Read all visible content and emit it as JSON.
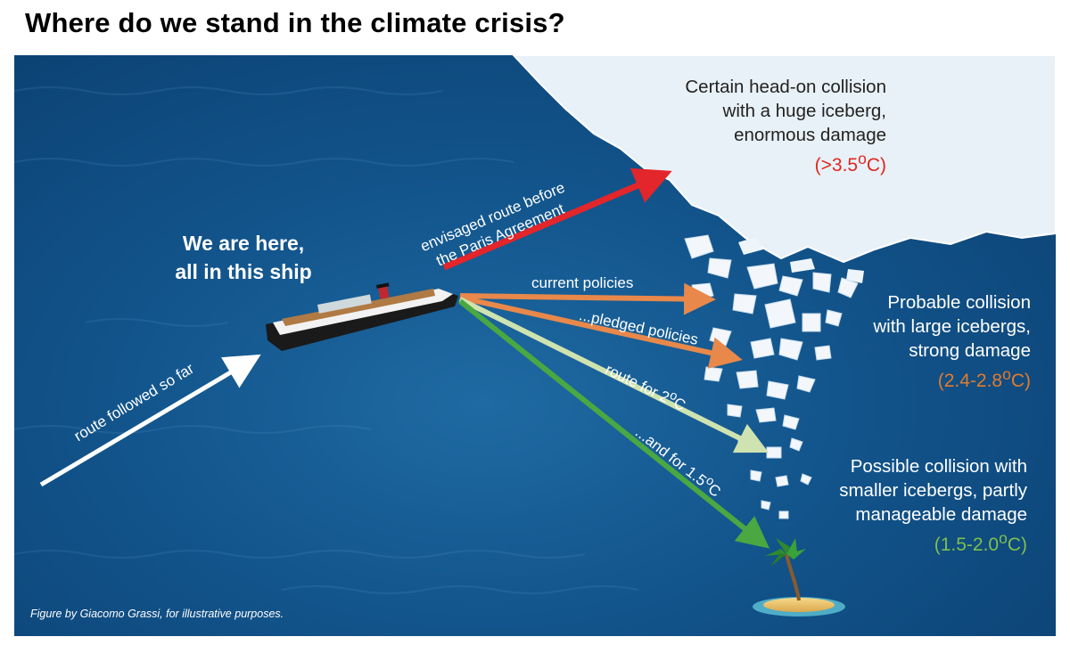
{
  "title": "Where do we stand in the climate crisis?",
  "ship_label": {
    "line1": "We are here,",
    "line2": "all in this ship"
  },
  "routes": {
    "so_far": "route followed so far",
    "pre_paris_line1": "envisaged route before",
    "pre_paris_line2": "the Paris Agreement",
    "current": "current policies",
    "pledged": "...pledged policies",
    "two_c": "route for 2",
    "one_five_c": "...and for 1.5",
    "degree_sup": "o",
    "unit_c": "C"
  },
  "outcomes": {
    "huge": {
      "lines": [
        "Certain head-on collision",
        "with a huge iceberg,",
        "enormous damage"
      ],
      "temp": "(>3.5",
      "temp_end": "C)"
    },
    "large": {
      "lines": [
        "Probable collision",
        "with large icebergs,",
        "strong damage"
      ],
      "temp": "(2.4-2.8",
      "temp_end": "C)"
    },
    "small": {
      "lines": [
        "Possible collision with",
        "smaller icebergs, partly",
        "manageable damage"
      ],
      "temp": "(1.5-2.0",
      "temp_end": "C)"
    }
  },
  "credit": "Figure by Giacomo Grassi, for illustrative purposes.",
  "colors": {
    "red": "#e2262b",
    "orange": "#e8884a",
    "light_green": "#cfe3b0",
    "green": "#4aa842",
    "white": "#ffffff",
    "temp_red": "#e0261f",
    "temp_orange": "#e07b2e",
    "temp_green": "#7fbf4d"
  }
}
